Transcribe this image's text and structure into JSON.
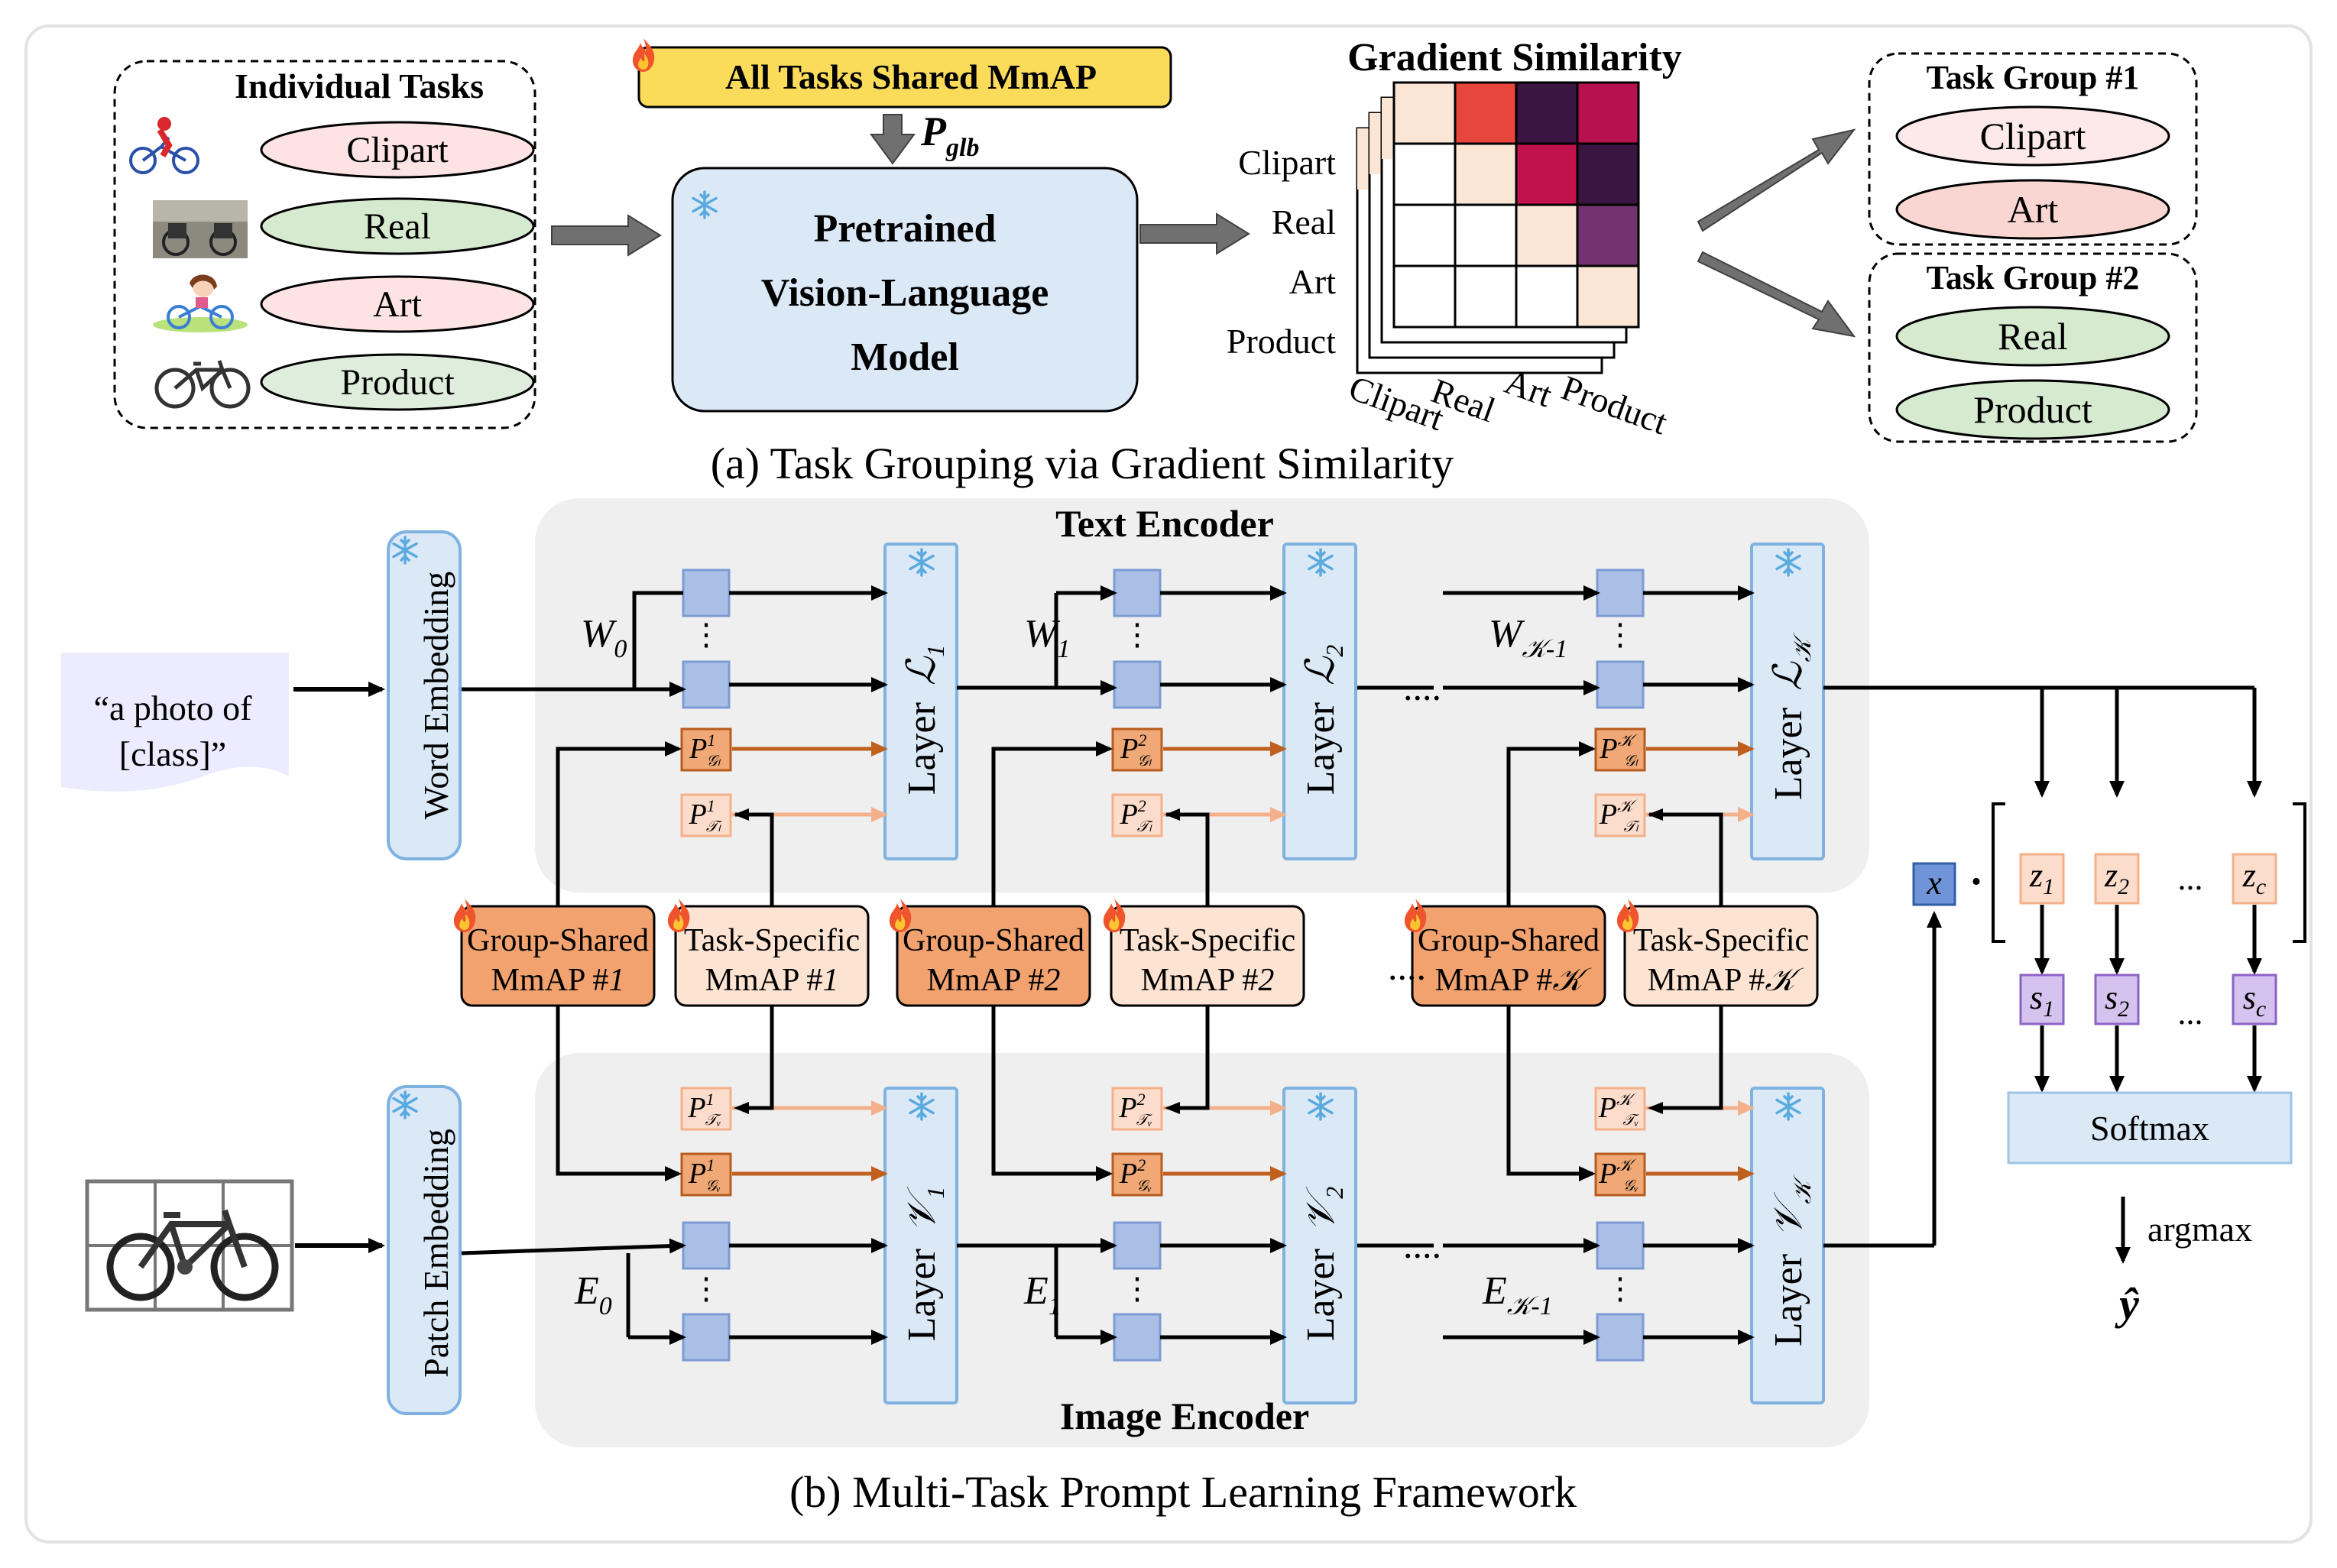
{
  "part_a": {
    "individual_tasks": {
      "title": "Individual Tasks",
      "items": [
        "Clipart",
        "Real",
        "Art",
        "Product"
      ],
      "colors": [
        "#fde3e3",
        "#d6ead0",
        "#fde3e3",
        "#dfeedc"
      ]
    },
    "shared_mmap": "All Tasks Shared MmAP",
    "p_glb": "P",
    "p_glb_sub": "glb",
    "model": [
      "Pretrained",
      "Vision-Language",
      "Model"
    ],
    "gradient_similarity": {
      "title": "Gradient Similarity",
      "row_labels": [
        "Clipart",
        "Real",
        "Art",
        "Product"
      ],
      "col_labels": [
        "Clipart",
        "Real",
        "Art",
        "Product"
      ],
      "ellipsis": "..",
      "cell_colors": [
        [
          "#fbe6d6",
          "#e8453c",
          "#3b1541",
          "#b8114f"
        ],
        [
          "#ffffff",
          "#fbe6d6",
          "#c2124e",
          "#3b1541"
        ],
        [
          "#ffffff",
          "#ffffff",
          "#fbe6d6",
          "#733370"
        ],
        [
          "#ffffff",
          "#ffffff",
          "#ffffff",
          "#fbe6d6"
        ]
      ]
    },
    "groups": [
      {
        "title": "Task Group #1",
        "items": [
          "Clipart",
          "Art"
        ],
        "colors": [
          "#fde9e9",
          "#f9d6d2"
        ]
      },
      {
        "title": "Task Group #2",
        "items": [
          "Real",
          "Product"
        ],
        "colors": [
          "#d6ead0",
          "#d6ead0"
        ]
      }
    ],
    "caption": "(a) Task Grouping via Gradient Similarity"
  },
  "part_b": {
    "text_encoder_title": "Text Encoder",
    "image_encoder_title": "Image Encoder",
    "word_embedding": "Word Embedding",
    "patch_embedding": "Patch Embedding",
    "prompt_text": [
      "“a photo of",
      "[class]”"
    ],
    "layer_word": "Layer",
    "text_layer_sym": [
      "ℒ",
      "ℒ",
      "ℒ"
    ],
    "text_layer_sub": [
      "1",
      "2",
      "𝒦"
    ],
    "image_layer_sym": [
      "𝒱",
      "𝒱",
      "𝒱"
    ],
    "image_layer_sub": [
      "1",
      "2",
      "𝒦"
    ],
    "w_labels": [
      {
        "base": "W",
        "sub": "0"
      },
      {
        "base": "W",
        "sub": "1"
      },
      {
        "base": "W",
        "sub": "𝒦-1"
      }
    ],
    "e_labels": [
      {
        "base": "E",
        "sub": "0"
      },
      {
        "base": "E",
        "sub": "1"
      },
      {
        "base": "E",
        "sub": "𝒦-1"
      }
    ],
    "prompt_sym": "P",
    "prompt_sup": [
      "1",
      "2",
      "𝒦"
    ],
    "text_group_sub": "𝒢ₗ",
    "text_task_sub": "𝒯ₗ",
    "img_task_sub": "𝒯ᵥ",
    "img_group_sub": "𝒢ᵥ",
    "dots": "....",
    "vdots": "⋮",
    "group_shared": [
      {
        "line1": "Group-Shared",
        "line2": "MmAP #",
        "num": "1"
      },
      {
        "line1": "Group-Shared",
        "line2": "MmAP #",
        "num": "2"
      },
      {
        "line1": "Group-Shared",
        "line2": "MmAP #",
        "num": "𝒦"
      }
    ],
    "task_specific": [
      {
        "line1": "Task-Specific",
        "line2": "MmAP #",
        "num": "1"
      },
      {
        "line1": "Task-Specific",
        "line2": "MmAP #",
        "num": "2"
      },
      {
        "line1": "Task-Specific",
        "line2": "MmAP #",
        "num": "𝒦"
      }
    ],
    "x_label": "x",
    "dot_op": "·",
    "z_labels": [
      {
        "b": "z",
        "s": "1"
      },
      {
        "b": "z",
        "s": "2"
      },
      {
        "b": "z",
        "s": "c"
      }
    ],
    "s_labels": [
      {
        "b": "s",
        "s": "1"
      },
      {
        "b": "s",
        "s": "2"
      },
      {
        "b": "s",
        "s": "c"
      }
    ],
    "ellipsis_h": "...",
    "softmax": "Softmax",
    "argmax": "argmax",
    "y_hat": "ŷ",
    "caption": "(b) Multi-Task Prompt Learning Framework"
  },
  "colors": {
    "group_shared_fill": "#f1a26f",
    "task_specific_fill": "#fde3d2",
    "layer_fill": "#dbe9f7",
    "layer_stroke": "#7fb2e0",
    "token_fill": "#a9bfe6",
    "token_stroke": "#7d9bd3",
    "p_group_fill": "#f0a876",
    "p_group_stroke": "#b85c1e",
    "p_task_fill": "#fcdccb",
    "p_task_stroke": "#f4b08a",
    "s_fill": "#d4c3ee",
    "s_stroke": "#8b63c6",
    "encoder_bg": "#efefef",
    "shared_mmap_fill": "#fbdc5a"
  },
  "icons": [
    "bicycle-rider-icon",
    "bicycle-photo-icon",
    "girl-bike-cartoon-icon",
    "bicycle-sketch-icon",
    "snowflake-icon",
    "fire-icon"
  ]
}
